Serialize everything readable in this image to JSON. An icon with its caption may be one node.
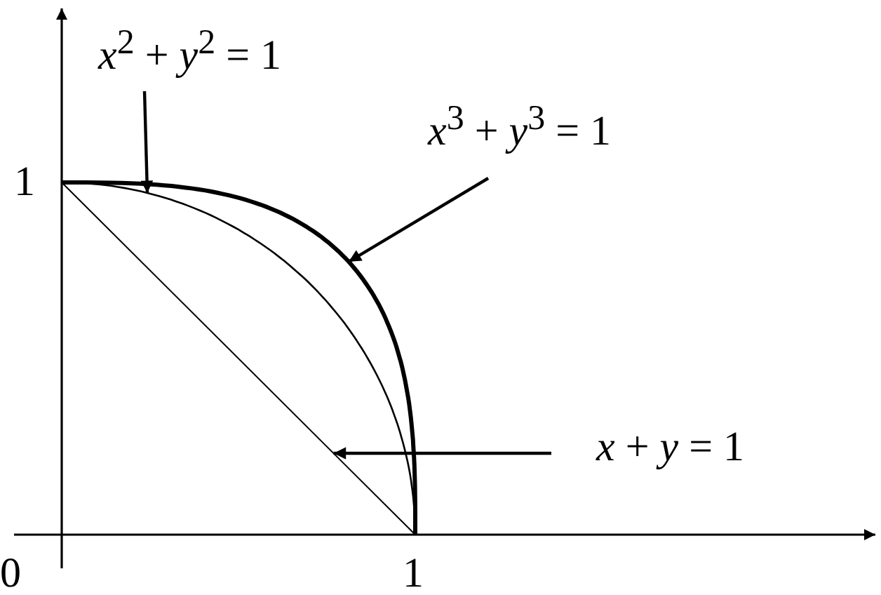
{
  "diagram": {
    "nodes": [
      {
        "text": [
          "*x*$^{2}$ + *y*$^{2}$ = 1"
        ]
      },
      {
        "text": [
          "*x*$^{3}$ + *y*$^{3}$ = 1"
        ]
      },
      {
        "text": [
          "*x* + *y* = 1"
        ]
      },
      {
        "text": [],
        "shape": "curve"
      },
      {
        "text": [],
        "shape": "curve"
      },
      {
        "text": [],
        "shape": "line"
      }
    ],
    "edges": [
      {
        "from": 0,
        "to": 3,
        "arrow": "to"
      },
      {
        "from": 1,
        "to": 4,
        "arrow": "to"
      },
      {
        "from": 2,
        "to": 5,
        "arrow": "to"
      }
    ],
    "labels": [
      "1",
      "0",
      "1"
    ]
  }
}
